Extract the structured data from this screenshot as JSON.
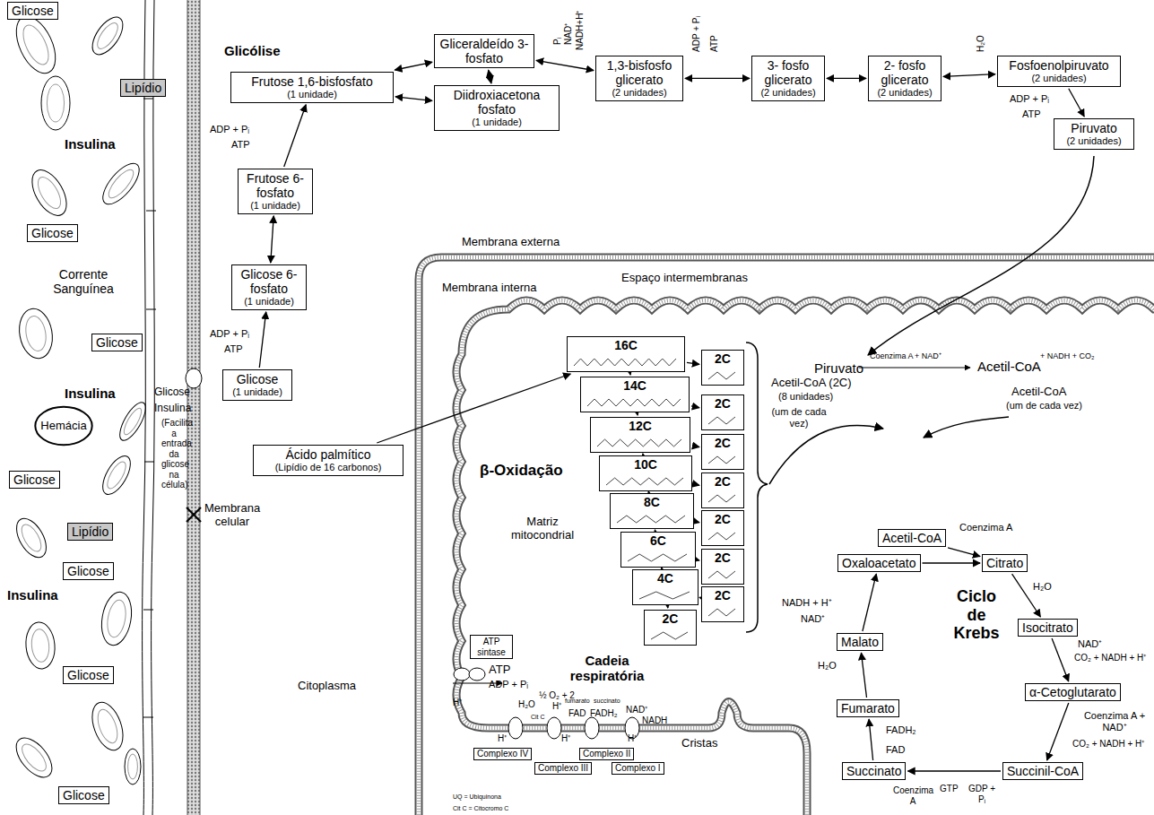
{
  "diagram": {
    "nodes": [
      {
        "text": [
          "Glicose"
        ]
      },
      {
        "text": [
          "Lipídio"
        ]
      },
      {
        "text": [
          "Glicose"
        ]
      },
      {
        "text": [
          "Glicose"
        ]
      },
      {
        "text": [
          "Hemácia"
        ]
      },
      {
        "text": [
          "Glicose"
        ]
      },
      {
        "text": [
          "Lipídio"
        ]
      },
      {
        "text": [
          "Glicose"
        ]
      },
      {
        "text": [
          "Glicose"
        ]
      },
      {
        "text": [
          "Glicose"
        ]
      },
      {
        "text": [
          "Glicose",
          "(1 unidade)"
        ]
      },
      {
        "text": [
          "Glicose 6-fosfato",
          "(1 unidade)"
        ]
      },
      {
        "text": [
          "Frutose 6-fosfato",
          "(1 unidade)"
        ]
      },
      {
        "text": [
          "Frutose 1,6-bisfosfato",
          "(1 unidade)"
        ]
      },
      {
        "text": [
          "Gliceraldeído 3-fosfato"
        ]
      },
      {
        "text": [
          "Diidroxiacetona fosfato",
          "(1 unidade)"
        ]
      },
      {
        "text": [
          "1,3-bisfosfo glicerato",
          "(2 unidades)"
        ]
      },
      {
        "text": [
          "3- fosfo glicerato",
          "(2 unidades)"
        ]
      },
      {
        "text": [
          "2- fosfo glicerato",
          "(2 unidades)"
        ]
      },
      {
        "text": [
          "Fosfoenolpiruvato",
          "(2 unidades)"
        ]
      },
      {
        "text": [
          "Piruvato",
          "(2 unidades)"
        ]
      },
      {
        "text": [
          "Ácido palmítico",
          "(Lipídio de 16 carbonos)"
        ]
      },
      {
        "text": [
          "16C"
        ]
      },
      {
        "text": [
          "2C"
        ]
      },
      {
        "text": [
          "14C"
        ]
      },
      {
        "text": [
          "2C"
        ]
      },
      {
        "text": [
          "12C"
        ]
      },
      {
        "text": [
          "2C"
        ]
      },
      {
        "text": [
          "10C"
        ]
      },
      {
        "text": [
          "2C"
        ]
      },
      {
        "text": [
          "8C"
        ]
      },
      {
        "text": [
          "2C"
        ]
      },
      {
        "text": [
          "6C"
        ]
      },
      {
        "text": [
          "2C"
        ]
      },
      {
        "text": [
          "4C"
        ]
      },
      {
        "text": [
          "2C"
        ]
      },
      {
        "text": [
          "2C"
        ]
      },
      {
        "text": [
          "Acetil-CoA"
        ]
      },
      {
        "text": [
          "Oxaloacetato"
        ]
      },
      {
        "text": [
          "Citrato"
        ]
      },
      {
        "text": [
          "Isocitrato"
        ]
      },
      {
        "text": [
          "α-Cetoglutarato"
        ]
      },
      {
        "text": [
          "Succinil-CoA"
        ]
      },
      {
        "text": [
          "Succinato"
        ]
      },
      {
        "text": [
          "Fumarato"
        ]
      },
      {
        "text": [
          "Malato"
        ]
      },
      {
        "text": [
          "ATP sintase"
        ]
      },
      {
        "text": [
          "Complexo IV"
        ]
      },
      {
        "text": [
          "Complexo III"
        ]
      },
      {
        "text": [
          "Complexo II"
        ]
      },
      {
        "text": [
          "Complexo I"
        ]
      }
    ],
    "edges": [
      {
        "from": 10,
        "to": 11,
        "arrow": "to"
      },
      {
        "from": 11,
        "to": 12,
        "arrow": "both"
      },
      {
        "from": 12,
        "to": 13,
        "arrow": "to"
      },
      {
        "from": 13,
        "to": 14,
        "arrow": "both"
      },
      {
        "from": 13,
        "to": 15,
        "arrow": "both"
      },
      {
        "from": 14,
        "to": 15,
        "arrow": "both"
      },
      {
        "from": 14,
        "to": 16,
        "arrow": "both"
      },
      {
        "from": 16,
        "to": 17,
        "arrow": "both"
      },
      {
        "from": 17,
        "to": 18,
        "arrow": "both"
      },
      {
        "from": 18,
        "to": 19,
        "arrow": "both"
      },
      {
        "from": 19,
        "to": 20,
        "arrow": "to"
      },
      {
        "from": 21,
        "to": 22,
        "arrow": "to"
      },
      {
        "from": 22,
        "to": 23,
        "arrow": "to"
      },
      {
        "from": 22,
        "to": 24,
        "arrow": "to"
      },
      {
        "from": 24,
        "to": 25,
        "arrow": "to"
      },
      {
        "from": 24,
        "to": 26,
        "arrow": "to"
      },
      {
        "from": 26,
        "to": 27,
        "arrow": "to"
      },
      {
        "from": 26,
        "to": 28,
        "arrow": "to"
      },
      {
        "from": 28,
        "to": 29,
        "arrow": "to"
      },
      {
        "from": 28,
        "to": 30,
        "arrow": "to"
      },
      {
        "from": 30,
        "to": 31,
        "arrow": "to"
      },
      {
        "from": 30,
        "to": 32,
        "arrow": "to"
      },
      {
        "from": 32,
        "to": 33,
        "arrow": "to"
      },
      {
        "from": 32,
        "to": 34,
        "arrow": "to"
      },
      {
        "from": 34,
        "to": 35,
        "arrow": "to"
      },
      {
        "from": 34,
        "to": 36,
        "arrow": "to"
      },
      {
        "from": 38,
        "to": 39,
        "arrow": "to"
      },
      {
        "from": 37,
        "to": 39,
        "arrow": "to"
      },
      {
        "from": 39,
        "to": 40,
        "arrow": "to"
      },
      {
        "from": 40,
        "to": 41,
        "arrow": "to"
      },
      {
        "from": 41,
        "to": 42,
        "arrow": "to"
      },
      {
        "from": 42,
        "to": 43,
        "arrow": "to"
      },
      {
        "from": 43,
        "to": 44,
        "arrow": "to"
      },
      {
        "from": 44,
        "to": 45,
        "arrow": "to"
      },
      {
        "from": 45,
        "to": 38,
        "arrow": "to"
      }
    ],
    "labels": [
      "Glicólise",
      "Insulina",
      "Corrente Sanguínea",
      "Insulina",
      "Insulina",
      "Glicose",
      "Insulina",
      "(Facilita a entrada da glicose na célula)",
      "Membrana celular",
      "Citoplasma",
      "ADP + Pᵢ",
      "ATP",
      "ADP + Pᵢ",
      "ATP",
      "Pᵢ",
      "NAD⁺",
      "NADH+H⁺",
      "ADP + Pᵢ",
      "ATP",
      "H₂O",
      "ADP + Pᵢ",
      "ATP",
      "Membrana externa",
      "Membrana interna",
      "Espaço intermembranas",
      "β-Oxidação",
      "Matriz mitocondrial",
      "Acetil-CoA (2C)",
      "(8 unidades)",
      "(um de cada vez)",
      "Piruvato",
      "Coenzima A",
      "+ NAD⁺",
      "Acetil-CoA",
      "+ NADH + CO₂",
      "Acetil-CoA",
      "(um de cada vez)",
      "Coenzima A",
      "Ciclo de Krebs",
      "H₂O",
      "NAD⁺",
      "CO₂ + NADH + H⁺",
      "Coenzima A + NAD⁺",
      "CO₂ + NADH + H⁺",
      "GTP",
      "GDP + Pᵢ",
      "Coenzima A",
      "FAD",
      "FADH₂",
      "H₂O",
      "NADH + H⁺",
      "NAD⁺",
      "ATP",
      "ADP + Pᵢ",
      "H⁺",
      "Cadeia respiratória",
      "H₂O",
      "½ O₂ + 2 H⁺",
      "fumarato",
      "succinato",
      "FAD",
      "FADH₂",
      "NAD⁺",
      "NADH",
      "H⁺",
      "H⁺",
      "H⁺",
      "Cit C",
      "Cristas",
      "UQ = Ubiquinona",
      "Cit C = Citocromo C"
    ]
  }
}
